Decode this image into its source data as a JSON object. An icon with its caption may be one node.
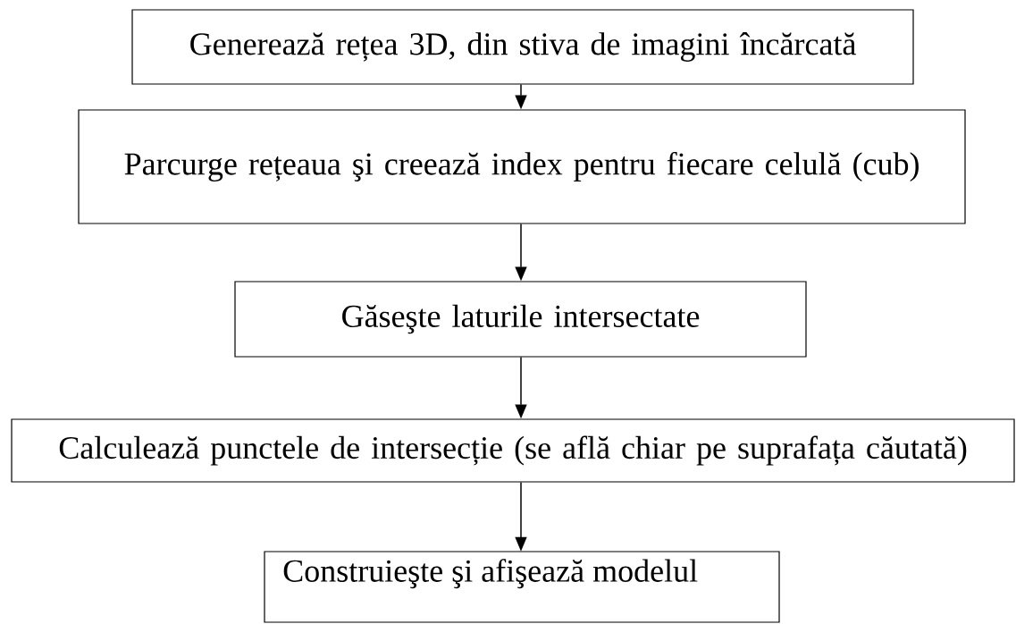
{
  "diagram": {
    "nodes": [
      {
        "text": [
          "Generează rețea 3D, din stiva de imagini încărcată"
        ]
      },
      {
        "text": [
          "Parcurge rețeaua şi creează index pentru fiecare celulă (cub)"
        ]
      },
      {
        "text": [
          "Găseşte laturile intersectate"
        ]
      },
      {
        "text": [
          "Calculează punctele de intersecție (se află chiar pe suprafața căutată)"
        ]
      },
      {
        "text": [
          "Construieşte şi afişează modelul"
        ]
      }
    ],
    "edges": [
      {
        "from": 0,
        "to": 1,
        "arrow": "to"
      },
      {
        "from": 1,
        "to": 2,
        "arrow": "to"
      },
      {
        "from": 2,
        "to": 3,
        "arrow": "to"
      },
      {
        "from": 3,
        "to": 4,
        "arrow": "to"
      }
    ]
  }
}
